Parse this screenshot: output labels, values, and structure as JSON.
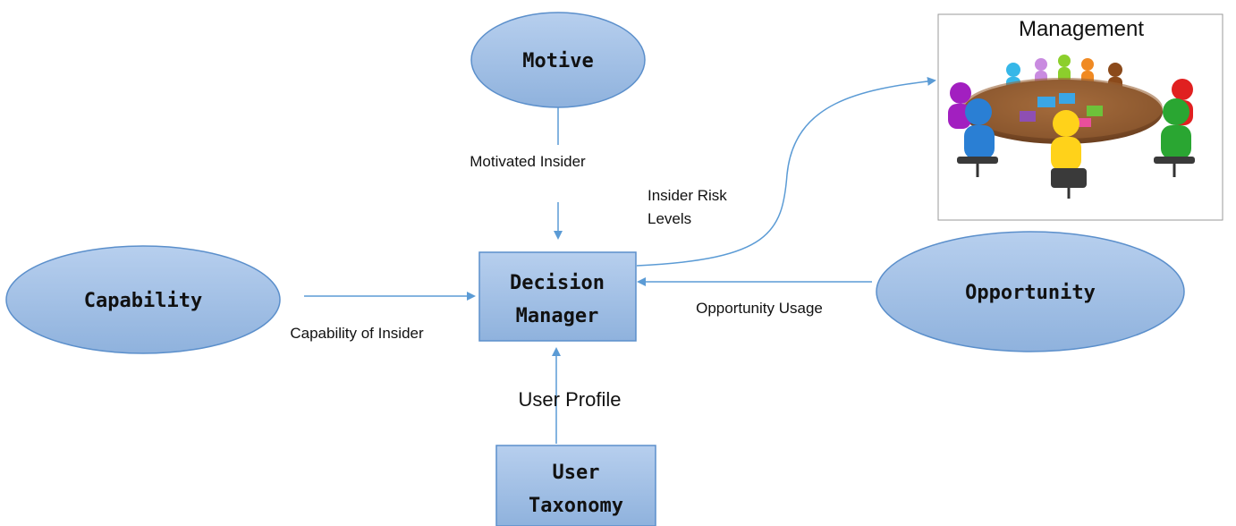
{
  "nodes": {
    "motive": "Motive",
    "capability": "Capability",
    "opportunity": "Opportunity",
    "decision_manager": [
      "Decision",
      "Manager"
    ],
    "user_taxonomy": [
      "User",
      "Taxonomy"
    ],
    "management": "Management"
  },
  "edges": {
    "motivated_insider": "Motivated Insider",
    "capability_of_insider": "Capability of Insider",
    "opportunity_usage": "Opportunity Usage",
    "user_profile": "User Profile",
    "insider_risk_levels": [
      "Insider Risk",
      "Levels"
    ]
  },
  "colors": {
    "node_fill": "#9dbde3",
    "node_stroke": "#5b8fcb",
    "arrow": "#5b9bd5"
  },
  "icons": {
    "management_image": "meeting-table-icon"
  }
}
